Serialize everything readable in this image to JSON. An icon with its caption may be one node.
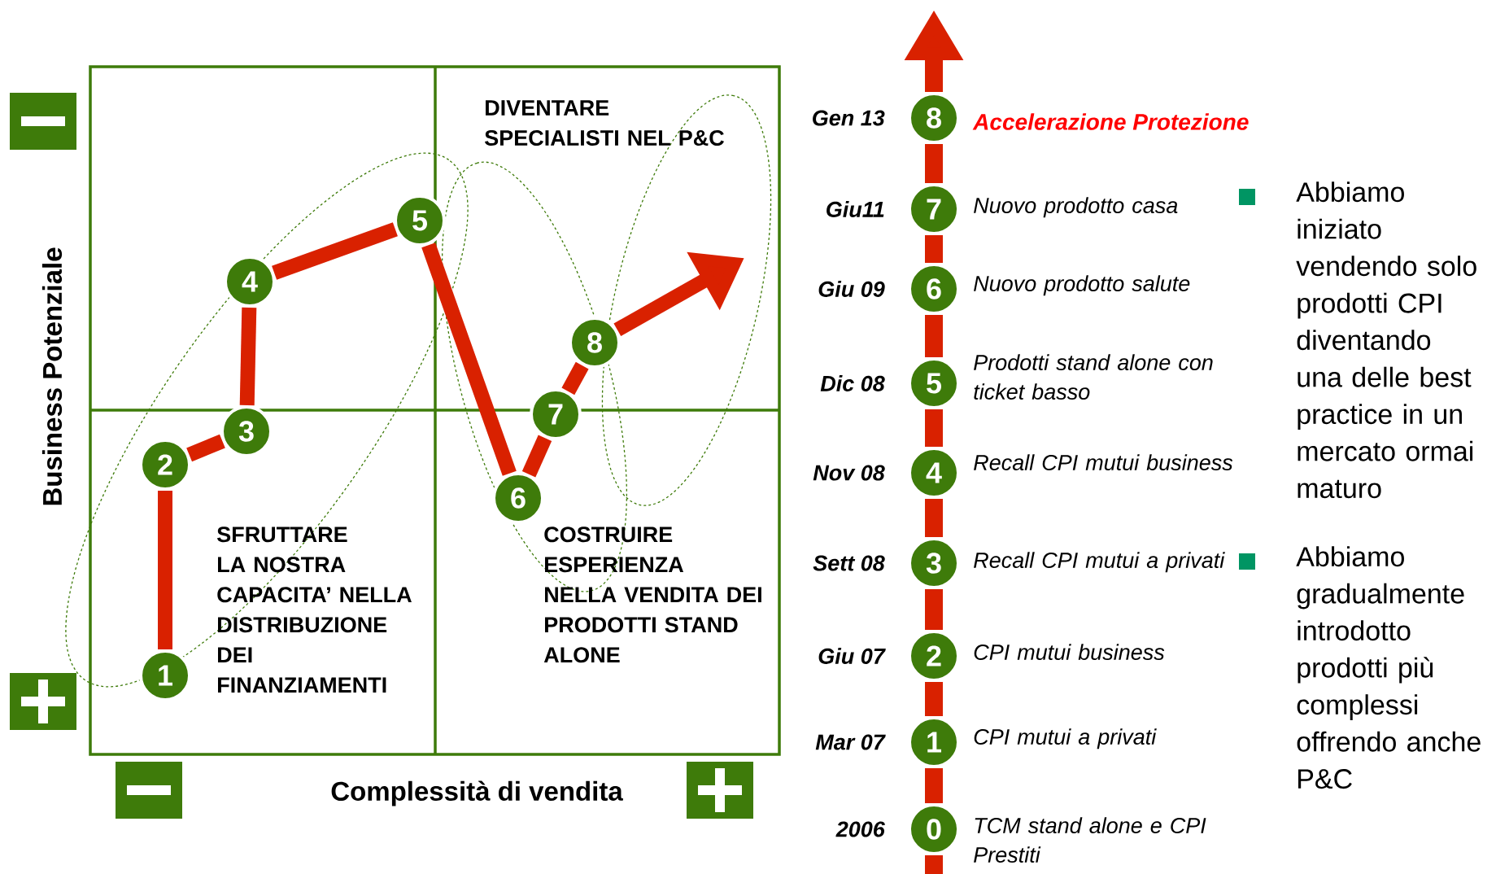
{
  "diagram": {
    "nodes": [
      {
        "text": [
          "1"
        ]
      },
      {
        "text": [
          "2"
        ]
      },
      {
        "text": [
          "3"
        ]
      },
      {
        "text": [
          "4"
        ]
      },
      {
        "text": [
          "5"
        ]
      },
      {
        "text": [
          "6"
        ]
      },
      {
        "text": [
          "7"
        ]
      },
      {
        "text": [
          "8"
        ]
      },
      {
        "text": [
          "8"
        ],
        "beside": [
          "Gen 13",
          "Accelerazione Protezione"
        ]
      },
      {
        "text": [
          "7"
        ],
        "beside": [
          "Giu11",
          "Nuovo prodotto casa"
        ]
      },
      {
        "text": [
          "6"
        ],
        "beside": [
          "Giu 09",
          "Nuovo prodotto salute"
        ]
      },
      {
        "text": [
          "5"
        ],
        "beside": [
          "Dic 08",
          "Prodotti stand alone con ticket basso"
        ]
      },
      {
        "text": [
          "4"
        ],
        "beside": [
          "Nov 08",
          "Recall CPI mutui business"
        ]
      },
      {
        "text": [
          "3"
        ],
        "beside": [
          "Sett 08",
          "Recall CPI mutui a privati"
        ]
      },
      {
        "text": [
          "2"
        ],
        "beside": [
          "Giu 07",
          "CPI mutui business"
        ]
      },
      {
        "text": [
          "1"
        ],
        "beside": [
          "Mar 07",
          "CPI mutui a privati"
        ]
      },
      {
        "text": [
          "0"
        ],
        "beside": [
          "2006",
          "TCM stand alone e CPI Prestiti"
        ]
      }
    ],
    "edges": [
      {
        "from": 0,
        "to": 1,
        "arrow": "none"
      },
      {
        "from": 1,
        "to": 2,
        "arrow": "none"
      },
      {
        "from": 2,
        "to": 3,
        "arrow": "none"
      },
      {
        "from": 3,
        "to": 4,
        "arrow": "none"
      },
      {
        "from": 4,
        "to": 5,
        "arrow": "none"
      },
      {
        "from": 5,
        "to": 6,
        "arrow": "none"
      },
      {
        "from": 6,
        "to": 7,
        "arrow": "none"
      },
      {
        "from": 7,
        "to": null,
        "arrow": "to"
      },
      {
        "from": 16,
        "to": 15,
        "arrow": "none"
      },
      {
        "from": 15,
        "to": 14,
        "arrow": "none"
      },
      {
        "from": 14,
        "to": 13,
        "arrow": "none"
      },
      {
        "from": 13,
        "to": 12,
        "arrow": "none"
      },
      {
        "from": 12,
        "to": 11,
        "arrow": "none"
      },
      {
        "from": 11,
        "to": 10,
        "arrow": "none"
      },
      {
        "from": 10,
        "to": 9,
        "arrow": "none"
      },
      {
        "from": 9,
        "to": 8,
        "arrow": "none"
      },
      {
        "from": 8,
        "to": null,
        "arrow": "to"
      },
      {
        "from": 16,
        "to": null,
        "arrow": "none"
      }
    ],
    "labels": [
      "DIVENTARE SPECIALISTI NEL P&C",
      "Business Potenziale",
      "Abbiamo iniziato vendendo solo prodotti CPI diventando una delle best practice in un mercato ormai maturo",
      "SFRUTTARE LA NOSTRA CAPACITA’ NELLA DISTRIBUZIONE DEI FINANZIAMENTI",
      "COSTRUIRE ESPERIENZA NELLA VENDITA DEI PRODOTTI STAND ALONE",
      "Abbiamo gradualmente introdotto prodotti più complessi offrendo anche P&C",
      "Complessità di vendita"
    ]
  }
}
